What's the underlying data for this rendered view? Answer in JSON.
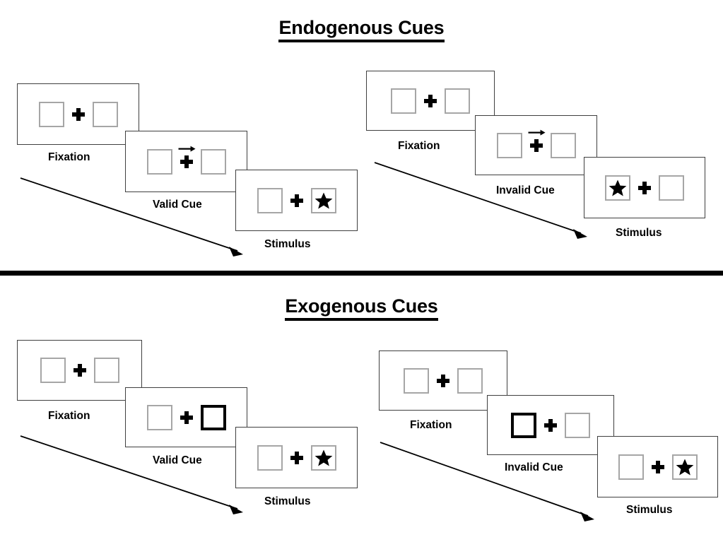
{
  "figure": {
    "title_top": "Endogenous Cues",
    "title_bottom": "Exogenous Cues",
    "colors": {
      "panel_border": "#3f3f3f",
      "box_border": "#a6a6a6",
      "cued_box_border": "#000000",
      "stimulus_fill": "#000000",
      "divider": "#000000",
      "background": "#ffffff"
    }
  },
  "sections": [
    {
      "id": "endogenous",
      "title": "Endogenous Cues",
      "cue_type": "arrow",
      "columns": [
        {
          "id": "endogenous-valid",
          "frames": [
            {
              "id": "endo-valid-fixation",
              "caption": "Fixation",
              "cue": "none",
              "star": "none"
            },
            {
              "id": "endo-valid-cue",
              "caption": "Valid Cue",
              "cue": "arrow-right",
              "star": "none"
            },
            {
              "id": "endo-valid-stimulus",
              "caption": "Stimulus",
              "cue": "none",
              "star": "right"
            }
          ]
        },
        {
          "id": "endogenous-invalid",
          "frames": [
            {
              "id": "endo-invalid-fixation",
              "caption": "Fixation",
              "cue": "none",
              "star": "none"
            },
            {
              "id": "endo-invalid-cue",
              "caption": "Invalid Cue",
              "cue": "arrow-right",
              "star": "none"
            },
            {
              "id": "endo-invalid-stimulus",
              "caption": "Stimulus",
              "cue": "none",
              "star": "left"
            }
          ]
        }
      ]
    },
    {
      "id": "exogenous",
      "title": "Exogenous Cues",
      "cue_type": "box-flash",
      "columns": [
        {
          "id": "exogenous-valid",
          "frames": [
            {
              "id": "exo-valid-fixation",
              "caption": "Fixation",
              "cue": "none",
              "star": "none"
            },
            {
              "id": "exo-valid-cue",
              "caption": "Valid Cue",
              "cue": "box-right",
              "star": "none"
            },
            {
              "id": "exo-valid-stimulus",
              "caption": "Stimulus",
              "cue": "none",
              "star": "right"
            }
          ]
        },
        {
          "id": "exogenous-invalid",
          "frames": [
            {
              "id": "exo-invalid-fixation",
              "caption": "Fixation",
              "cue": "none",
              "star": "none"
            },
            {
              "id": "exo-invalid-cue",
              "caption": "Invalid Cue",
              "cue": "box-left",
              "star": "none"
            },
            {
              "id": "exo-invalid-stimulus",
              "caption": "Stimulus",
              "cue": "none",
              "star": "right"
            }
          ]
        }
      ]
    }
  ],
  "labels": {
    "endo_valid_fixation": "Fixation",
    "endo_valid_cue": "Valid Cue",
    "endo_valid_stimulus": "Stimulus",
    "endo_invalid_fixation": "Fixation",
    "endo_invalid_cue": "Invalid Cue",
    "endo_invalid_stimulus": "Stimulus",
    "exo_valid_fixation": "Fixation",
    "exo_valid_cue": "Valid Cue",
    "exo_valid_stimulus": "Stimulus",
    "exo_invalid_fixation": "Fixation",
    "exo_invalid_cue": "Invalid Cue",
    "exo_invalid_stimulus": "Stimulus"
  },
  "icons": {
    "fixation_cross": "plus-icon",
    "cue_arrow": "arrow-right-icon",
    "target": "star-icon",
    "timeline": "timeline-arrow-icon"
  }
}
